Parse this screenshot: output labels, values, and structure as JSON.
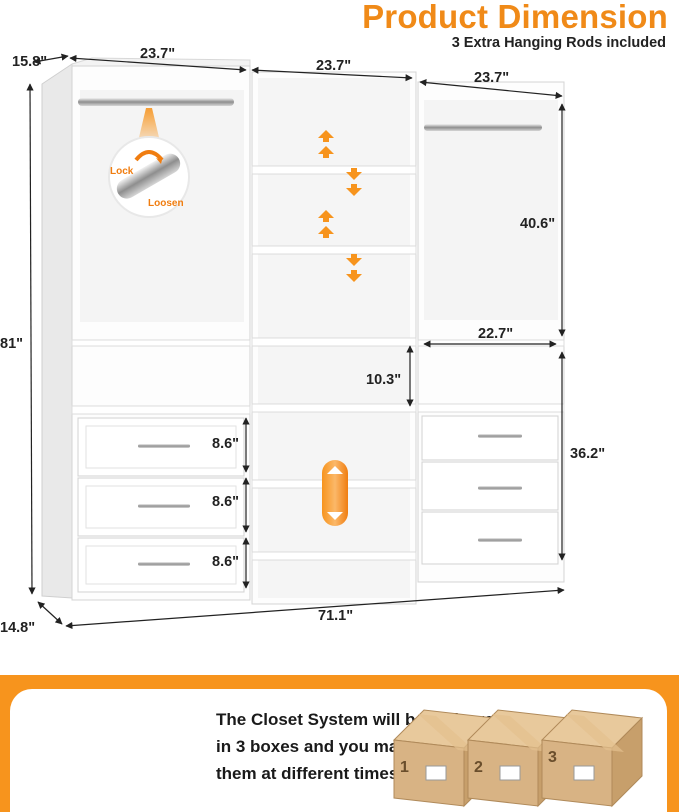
{
  "header": {
    "title": "Product Dimension",
    "subtitle": "3 Extra Hanging Rods included"
  },
  "dimensions": {
    "depth_top": "15.8\"",
    "depth_bottom": "14.8\"",
    "height_total": "81\"",
    "width_left": "23.7\"",
    "width_middle": "23.7\"",
    "width_right": "23.7\"",
    "width_total": "71.1\"",
    "hanging_height": "40.6\"",
    "inner_width": "22.7\"",
    "shelf_gap": "10.3\"",
    "drawer_height_1": "8.6\"",
    "drawer_height_2": "8.6\"",
    "drawer_height_3": "8.6\"",
    "drawer_stack_height": "36.2\""
  },
  "rod_callout": {
    "lock_label": "Lock",
    "loosen_label": "Loosen"
  },
  "delivery": {
    "line1": "The Closet System will be delivered",
    "line2": "in 3 boxes and you may receive",
    "line3": "them at different times."
  },
  "boxes": [
    "1",
    "2",
    "3"
  ],
  "colors": {
    "accent": "#f08a18",
    "band": "#f7941d",
    "box": "#d8b384"
  }
}
